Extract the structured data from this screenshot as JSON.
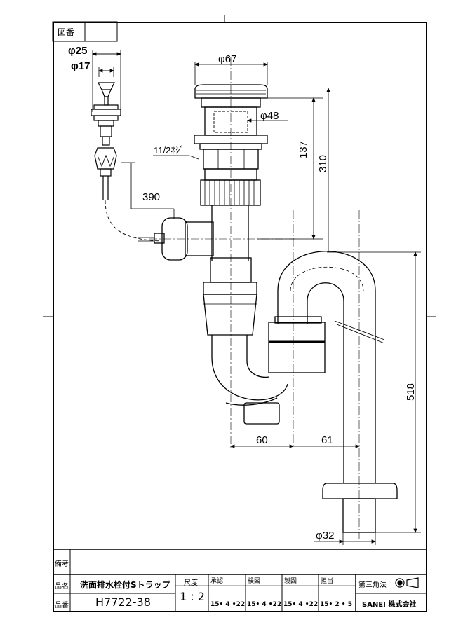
{
  "header": {
    "zuban_label": "図番"
  },
  "dimensions": {
    "d25": "φ25",
    "d17": "φ17",
    "d67": "φ67",
    "d48": "φ48",
    "thread": "11/2ﾈｼﾞ",
    "len390": "390",
    "len137": "137",
    "len310": "310",
    "len518": "518",
    "len60": "60",
    "len61": "61",
    "d32": "φ32"
  },
  "titleblock": {
    "bikou_label": "備考",
    "hinmei_label": "品名",
    "hinmei_value": "洗面排水栓付Sトラップ",
    "hinban_label": "品番",
    "hinban_value": "H7722-38",
    "scale_label": "尺度",
    "scale_value": "1 : 2",
    "approve_label": "承認",
    "approve_date": "15• 4 •22",
    "check_label": "検図",
    "check_date": "15• 4 •22",
    "draw_label": "製図",
    "draw_date": "15• 4 •22",
    "charge_label": "担当",
    "charge_date": "15• 2 • 5",
    "projection_label": "第三角法",
    "company": "SANEI 株式会社"
  }
}
